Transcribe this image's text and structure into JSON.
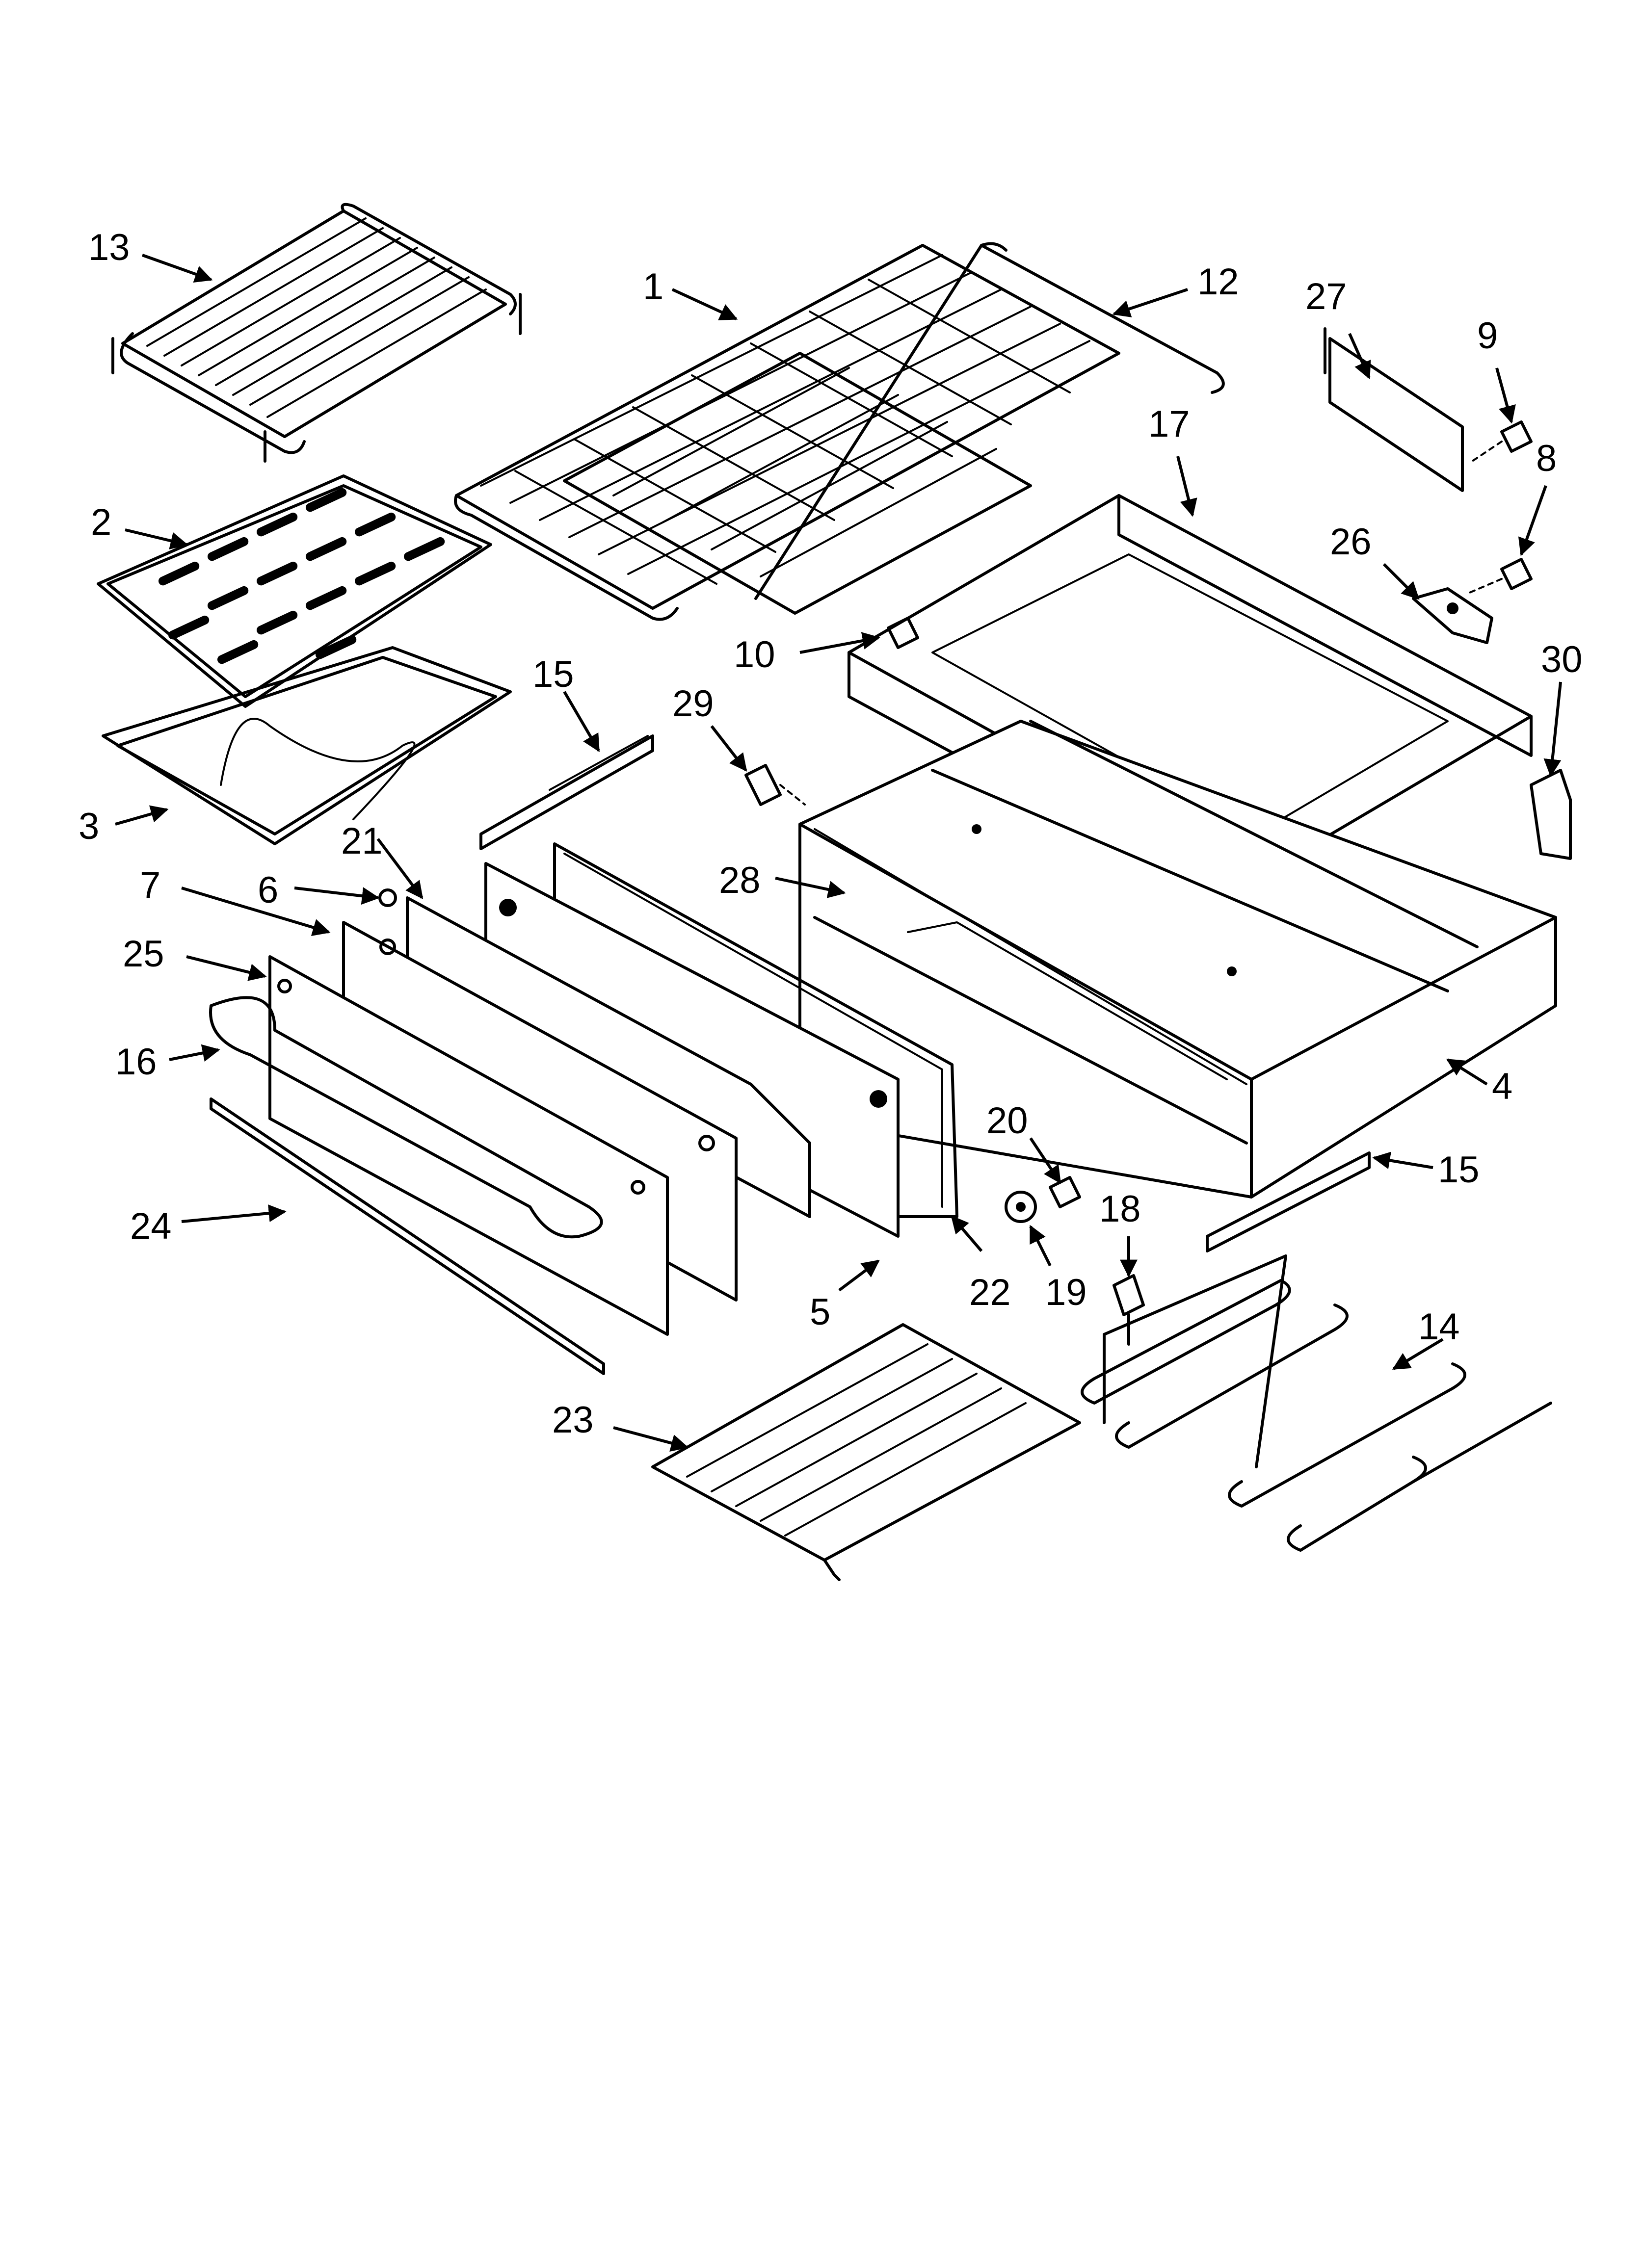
{
  "diagram": {
    "callouts": [
      {
        "id": "c13",
        "label": "13"
      },
      {
        "id": "c1",
        "label": "1"
      },
      {
        "id": "c12",
        "label": "12"
      },
      {
        "id": "c27",
        "label": "27"
      },
      {
        "id": "c9",
        "label": "9"
      },
      {
        "id": "c17",
        "label": "17"
      },
      {
        "id": "c8",
        "label": "8"
      },
      {
        "id": "c2",
        "label": "2"
      },
      {
        "id": "c26",
        "label": "26"
      },
      {
        "id": "c10",
        "label": "10"
      },
      {
        "id": "c30",
        "label": "30"
      },
      {
        "id": "c15a",
        "label": "15"
      },
      {
        "id": "c29",
        "label": "29"
      },
      {
        "id": "c3",
        "label": "3"
      },
      {
        "id": "c21",
        "label": "21"
      },
      {
        "id": "c28",
        "label": "28"
      },
      {
        "id": "c7",
        "label": "7"
      },
      {
        "id": "c6",
        "label": "6"
      },
      {
        "id": "c25",
        "label": "25"
      },
      {
        "id": "c16",
        "label": "16"
      },
      {
        "id": "c4",
        "label": "4"
      },
      {
        "id": "c20",
        "label": "20"
      },
      {
        "id": "c15b",
        "label": "15"
      },
      {
        "id": "c18",
        "label": "18"
      },
      {
        "id": "c24",
        "label": "24"
      },
      {
        "id": "c19",
        "label": "19"
      },
      {
        "id": "c22",
        "label": "22"
      },
      {
        "id": "c5",
        "label": "5"
      },
      {
        "id": "c14",
        "label": "14"
      },
      {
        "id": "c23",
        "label": "23"
      }
    ]
  }
}
